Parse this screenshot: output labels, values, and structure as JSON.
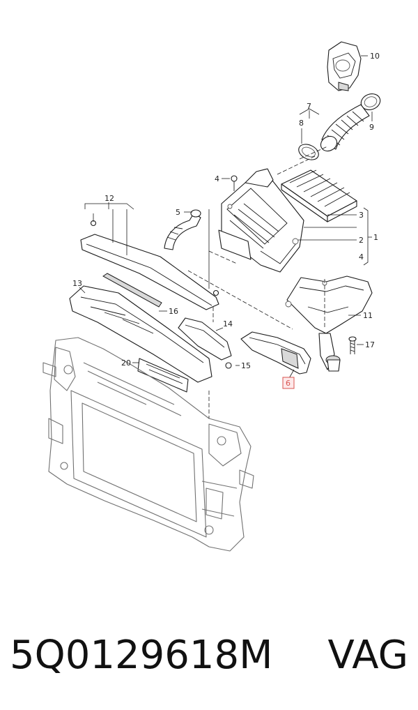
{
  "callouts": {
    "c1": "1",
    "c2": "2",
    "c3": "3",
    "c4": "4",
    "c4b": "4",
    "c5": "5",
    "c6": "6",
    "c7": "7",
    "c8": "8",
    "c9": "9",
    "c10": "10",
    "c11": "11",
    "c12": "12",
    "c13": "13",
    "c14": "14",
    "c15": "15",
    "c16": "16",
    "c17": "17",
    "c20": "20"
  },
  "highlight_color": "#d9534f",
  "footer": {
    "part_number": "5Q0129618M",
    "brand": "VAG"
  }
}
